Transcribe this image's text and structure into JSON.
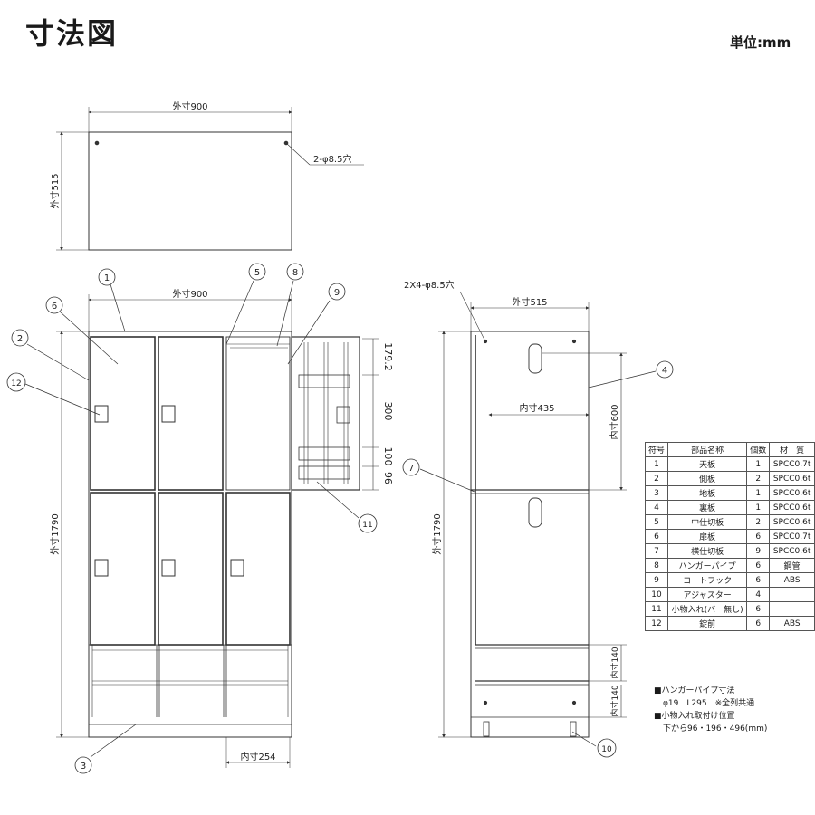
{
  "header": {
    "title": "寸法図",
    "unit": "単位:mm"
  },
  "top_view": {
    "width_label": "外寸900",
    "depth_label": "外寸515",
    "hole_label": "2-φ8.5穴"
  },
  "front_view": {
    "width_label": "外寸900",
    "height_label": "外寸1790",
    "inner_width_label": "内寸254"
  },
  "door_detail": {
    "dim1": "179.2",
    "dim2": "300",
    "dim3": "100",
    "dim4": "96"
  },
  "side_view": {
    "hole_label": "2X4-φ8.5穴",
    "depth_label": "外寸515",
    "inner_depth_label": "内寸435",
    "inner_height_label": "内寸600",
    "height_label": "外寸1790",
    "inner140_a": "内寸140",
    "inner140_b": "内寸140"
  },
  "callouts": [
    "1",
    "2",
    "3",
    "4",
    "5",
    "6",
    "7",
    "8",
    "9",
    "10",
    "11",
    "12"
  ],
  "parts_table": {
    "headers": [
      "符号",
      "部品名称",
      "個数",
      "材　質"
    ],
    "rows": [
      [
        "1",
        "天板",
        "1",
        "SPCC0.7t"
      ],
      [
        "2",
        "側板",
        "2",
        "SPCC0.6t"
      ],
      [
        "3",
        "地板",
        "1",
        "SPCC0.6t"
      ],
      [
        "4",
        "裏板",
        "1",
        "SPCC0.6t"
      ],
      [
        "5",
        "中仕切板",
        "2",
        "SPCC0.6t"
      ],
      [
        "6",
        "扉板",
        "6",
        "SPCC0.7t"
      ],
      [
        "7",
        "横仕切板",
        "9",
        "SPCC0.6t"
      ],
      [
        "8",
        "ハンガーパイプ",
        "6",
        "鋼管"
      ],
      [
        "9",
        "コートフック",
        "6",
        "ABS"
      ],
      [
        "10",
        "アジャスター",
        "4",
        ""
      ],
      [
        "11",
        "小物入れ(バー無し)",
        "6",
        ""
      ],
      [
        "12",
        "錠前",
        "6",
        "ABS"
      ]
    ]
  },
  "notes": {
    "hanger_title": "■ハンガーパイプ寸法",
    "hanger_spec": "φ19　L295　※全列共通",
    "tray_title": "■小物入れ取付け位置",
    "tray_spec": "下から96・196・496(mm)"
  }
}
